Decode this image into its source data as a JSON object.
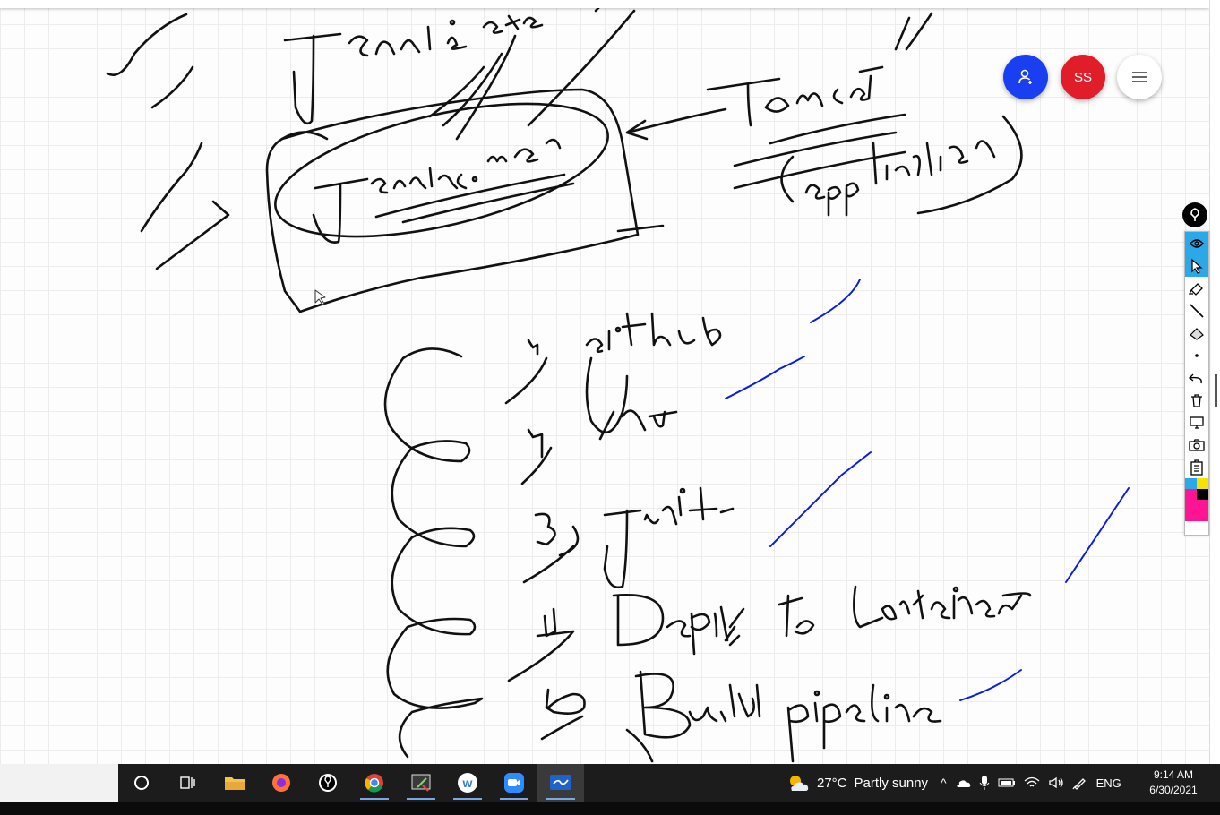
{
  "whiteboard": {
    "grid_color": "#ececec",
    "ink_color": "#111111",
    "tick_color": "#0a1ee0"
  },
  "floating_buttons": {
    "user_initials": "SS",
    "invite_icon": "person-add-icon",
    "menu_icon": "hamburger-menu-icon",
    "invite_color": "#1a3ff0",
    "user_color": "#e11d2a"
  },
  "toolbar": {
    "pen_icon": "pen-icon",
    "tools": [
      "eye-icon",
      "pointer-icon",
      "highlighter-icon",
      "pen-line-icon",
      "eraser-icon",
      "dot-icon",
      "undo-icon",
      "trash-icon",
      "screen-icon",
      "camera-icon",
      "clipboard-icon"
    ],
    "swatch_colors": [
      "#2ba8e8",
      "#f7e200",
      "#000000",
      "#ff1493",
      "#ff1493"
    ]
  },
  "taskbar": {
    "apps": [
      "cortana-icon",
      "task-view-icon",
      "file-explorer-icon",
      "firefox-icon",
      "pen-app-icon",
      "chrome-icon",
      "snipping-tool-icon",
      "word-icon",
      "zoom-icon",
      "whiteboard-icon"
    ],
    "weather": {
      "temperature": "27°C",
      "condition": "Partly sunny"
    },
    "language": "ENG",
    "time": "9:14 AM",
    "date": "6/30/2021"
  }
}
